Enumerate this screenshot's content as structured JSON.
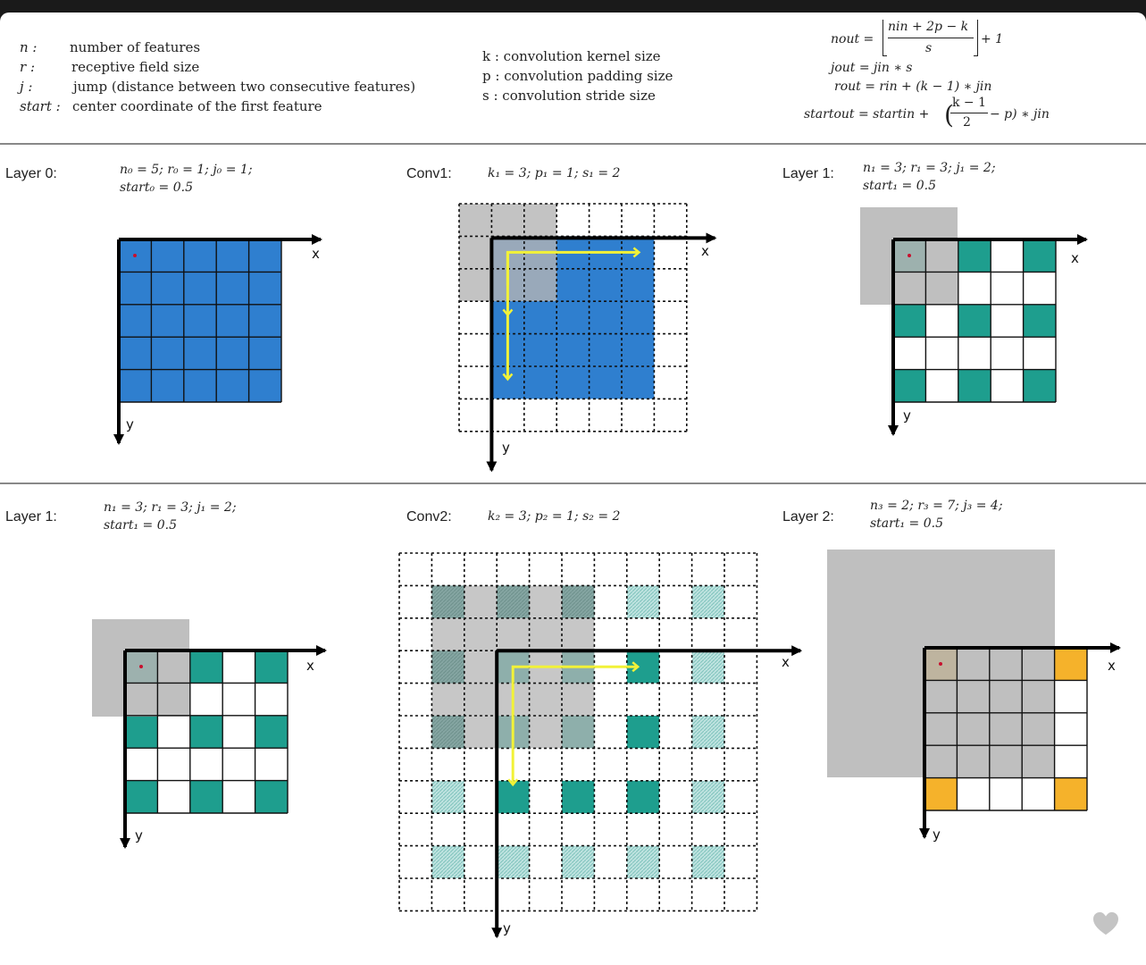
{
  "legend_left": [
    {
      "sym": "n :",
      "desc": "number of features"
    },
    {
      "sym": "r :",
      "desc": "receptive field size"
    },
    {
      "sym": "j :",
      "desc": "jump (distance between two consecutive features)"
    },
    {
      "sym": "start :",
      "desc": "center coordinate of the first feature"
    }
  ],
  "legend_mid": [
    "k : convolution kernel size",
    "p : convolution padding size",
    "s : convolution stride size"
  ],
  "formulas": {
    "n_out_lhs": "nout =",
    "n_out_num": "nin + 2p − k",
    "n_out_den": "s",
    "n_out_tail": "+ 1",
    "j_out": "jout = jin ∗ s",
    "r_out": "rout = rin + (k − 1) ∗ jin",
    "start_lhs": "startout = startin +",
    "start_num": "k − 1",
    "start_den": "2",
    "start_tail": "− p) ∗ jin"
  },
  "panels": {
    "layer0": {
      "label": "Layer 0:",
      "line1": "n₀ = 5; r₀ = 1; j₀ = 1;",
      "line2": "start₀ = 0.5"
    },
    "conv1": {
      "label": "Conv1:",
      "line1": "k₁ = 3; p₁ = 1; s₁ = 2"
    },
    "layer1a": {
      "label": "Layer 1:",
      "line1": "n₁ = 3; r₁ = 3; j₁ = 2;",
      "line2": "start₁ = 0.5"
    },
    "layer1b": {
      "label": "Layer 1:",
      "line1": "n₁ = 3; r₁ = 3; j₁ = 2;",
      "line2": "start₁ = 0.5"
    },
    "conv2": {
      "label": "Conv2:",
      "line1": "k₂ = 3; p₂ = 1; s₂ = 2"
    },
    "layer2": {
      "label": "Layer 2:",
      "line1": "n₃ = 2; r₃ = 7; j₃ = 4;",
      "line2": "start₁ = 0.5"
    }
  },
  "axis_labels": {
    "x": "x",
    "y": "y"
  },
  "colors": {
    "blue": "#2f7fcf",
    "teal": "#1e9e8e",
    "gray": "#b4b4b4",
    "orange": "#f5b22b",
    "arrow_yellow": "#f2f238",
    "dot_red": "#c8102e"
  }
}
